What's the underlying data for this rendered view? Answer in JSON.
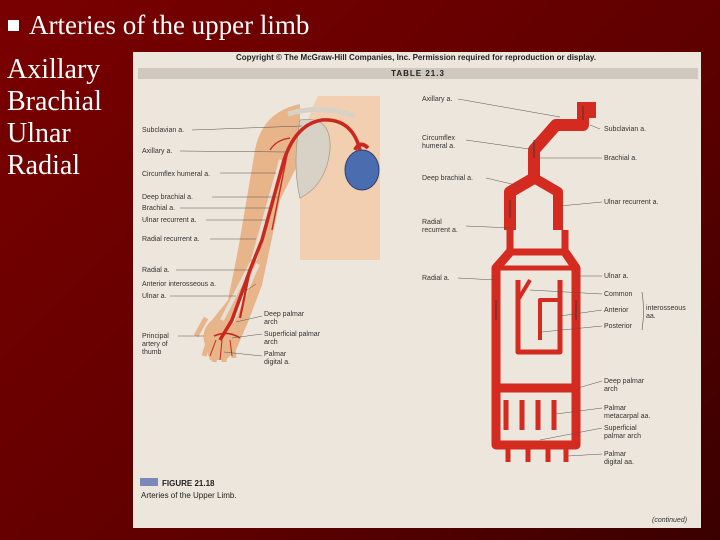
{
  "title": "Arteries of the upper limb",
  "list_items": [
    "Axillary",
    "Brachial",
    "Ulnar",
    "Radial"
  ],
  "copyright": "Copyright © The McGraw-Hill Companies, Inc. Permission required for reproduction or display.",
  "table_label": "TABLE 21.3",
  "figure_number": "FIGURE 21.18",
  "figure_caption": "Arteries of the Upper Limb.",
  "continued": "(continued)",
  "left_labels": {
    "subclavian": "Subclavian a.",
    "axillary": "Axillary a.",
    "circumflex_humeral": "Circumflex humeral a.",
    "deep_brachial": "Deep brachial a.",
    "brachial": "Brachial a.",
    "ulnar_recurrent": "Ulnar recurrent a.",
    "radial_recurrent": "Radial recurrent a.",
    "radial": "Radial a.",
    "anterior_interosseous": "Anterior interosseous a.",
    "ulnar": "Ulnar a.",
    "deep_palmar_1": "Deep palmar",
    "deep_palmar_2": "arch",
    "superficial_palmar_1": "Superficial palmar",
    "superficial_palmar_2": "arch",
    "palmar_digital_1": "Palmar",
    "palmar_digital_2": "digital a.",
    "principal_1": "Principal",
    "principal_2": "artery of",
    "principal_3": "thumb"
  },
  "schematic_labels": {
    "axillary": "Axillary a.",
    "circumflex_1": "Circumflex",
    "circumflex_2": "humeral a.",
    "deep_brachial": "Deep brachial a.",
    "radial_recurrent_1": "Radial",
    "radial_recurrent_2": "recurrent a.",
    "radial": "Radial a.",
    "subclavian": "Subclavian a.",
    "brachial": "Brachial a.",
    "ulnar_recurrent": "Ulnar recurrent a.",
    "ulnar": "Ulnar a.",
    "common": "Common",
    "anterior": "Anterior",
    "posterior": "Posterior",
    "interosseous_1": "interosseous",
    "interosseous_2": "aa.",
    "deep_palmar_1": "Deep palmar",
    "deep_palmar_2": "arch",
    "palmar_metacarpal_1": "Palmar",
    "palmar_metacarpal_2": "metacarpal aa.",
    "superficial_palmar_1": "Superficial",
    "superficial_palmar_2": "palmar arch",
    "palmar_digital_1": "Palmar",
    "palmar_digital_2": "digital aa."
  },
  "colors": {
    "background": "#6e0000",
    "artery": "#d42a1f",
    "skin": "#e8b48a",
    "panel": "#ede6dc"
  }
}
